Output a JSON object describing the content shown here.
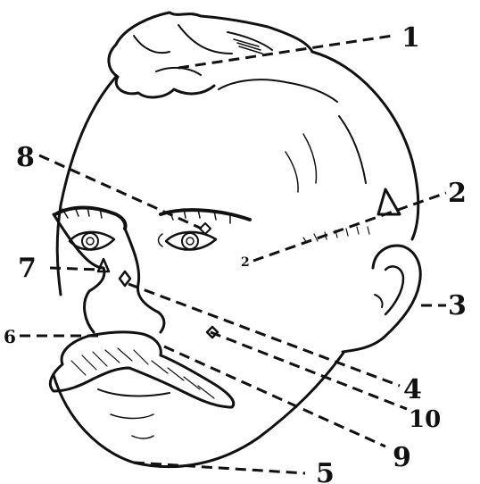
{
  "figure": {
    "labels": [
      {
        "id": "l1",
        "text": "1"
      },
      {
        "id": "l2",
        "text": "2"
      },
      {
        "id": "l3",
        "text": "3"
      },
      {
        "id": "l4",
        "text": "4"
      },
      {
        "id": "l5",
        "text": "5"
      },
      {
        "id": "l6",
        "text": "6"
      },
      {
        "id": "l7",
        "text": "7"
      },
      {
        "id": "l8",
        "text": "8"
      },
      {
        "id": "l9",
        "text": "9"
      },
      {
        "id": "l10",
        "text": "10"
      }
    ],
    "inline_mark": "2"
  }
}
